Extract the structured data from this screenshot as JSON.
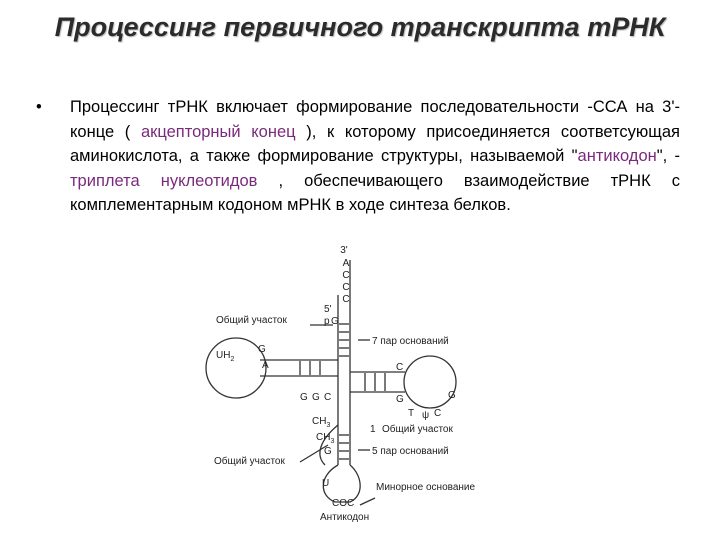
{
  "slide": {
    "title": "Процессинг первичного транскрипта тРНК"
  },
  "bullet": {
    "mark": "•",
    "part1": "Процессинг тРНК включает формирование последовательности -ССА на 3'-конце ( ",
    "hl1": "акцепторный конец",
    "part2": " ), к которому присоединяется соответсующая аминокислота, а также формирование структуры, называемой \"",
    "hl2": "антикодон",
    "part3": "\", - ",
    "hl3": "триплета нуклеотидов",
    "part4": " , обеспечивающего взаимодействие тРНК с комплементарным кодоном мРНК в ходе синтеза белков."
  },
  "diagram": {
    "labels": {
      "three_prime": "3'",
      "acceptor_nt": [
        "A",
        "C",
        "C",
        "C"
      ],
      "five_prime": "5'",
      "p": "p",
      "g": "G",
      "common_left": "Общий участок",
      "pairs7": "7 пар оснований",
      "uh2": "UH",
      "uh2_sub": "2",
      "g_left": "G",
      "a_left": "A",
      "c_right": "C",
      "g_right1": "G",
      "g_right2": "G",
      "t_loop": "T",
      "v_loop": "ψ",
      "c_loop": "C",
      "num1": "1",
      "common_right": "Общий участок",
      "g_d1": "G",
      "g_d2": "G",
      "c_d": "C",
      "ch3": "CH",
      "ch3_sub": "3",
      "ch3b": "CH",
      "ch3b_sub": "3",
      "g_d3": "G",
      "pairs5": "5 пар оснований",
      "common_bottom": "Общий участок",
      "u_loop": "U",
      "anticodon_seq": "COC",
      "anticodon": "Антикодон",
      "minor_base": "Минорное основание"
    }
  }
}
